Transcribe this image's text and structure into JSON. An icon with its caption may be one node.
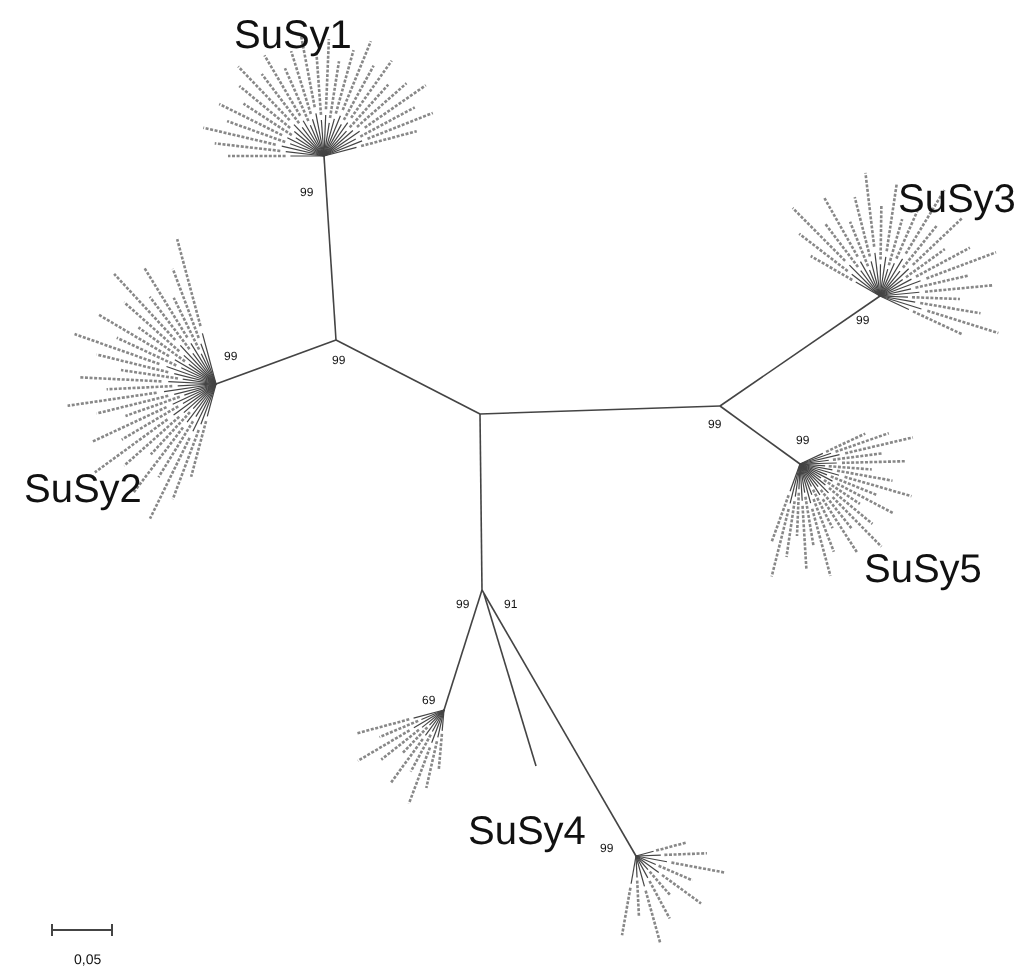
{
  "diagram": {
    "labels": [
      "SuSy1",
      "99",
      "99",
      "99",
      "SuSy3",
      "99",
      "99",
      "SuSy2",
      "99",
      "SuSy5",
      "99",
      "91",
      "69",
      "SuSy4",
      "99",
      "0,05"
    ]
  }
}
